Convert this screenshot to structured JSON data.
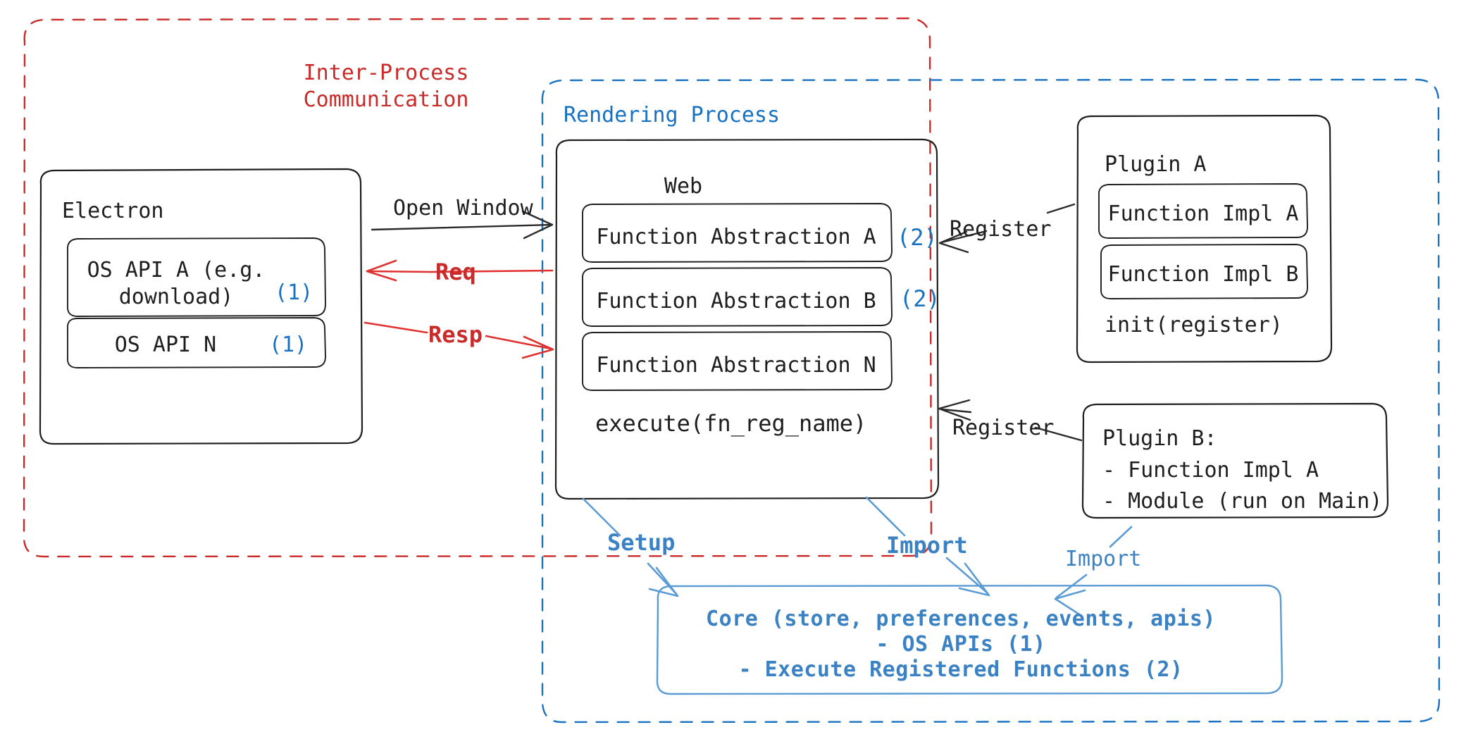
{
  "diagram": {
    "title": "Electron plugin architecture",
    "colors": {
      "ipc_red": "#c92a2a",
      "process_blue": "#1971c2",
      "arrow_blue": "#4a8fd0",
      "stroke_black": "#1e1e1e",
      "background": "#ffffff"
    }
  },
  "containers": {
    "ipc": {
      "label": "Inter-Process\nCommunication",
      "style": "dashed",
      "color": "#c92a2a"
    },
    "rendering": {
      "label": "Rendering Process",
      "style": "dashed",
      "color": "#1971c2"
    }
  },
  "electron": {
    "title": "Electron",
    "items": [
      {
        "label": "OS API A (e.g.\ndownload)",
        "marker": "(1)"
      },
      {
        "label": "OS API N",
        "marker": "(1)"
      }
    ]
  },
  "web": {
    "title": "Web",
    "items": [
      {
        "label": "Function Abstraction A",
        "marker": "(2)"
      },
      {
        "label": "Function Abstraction B",
        "marker": "(2)"
      },
      {
        "label": "Function Abstraction N",
        "marker": ""
      }
    ],
    "footer": "execute(fn_reg_name)"
  },
  "plugin_a": {
    "title": "Plugin A",
    "items": [
      {
        "label": "Function Impl A"
      },
      {
        "label": "Function Impl B"
      }
    ],
    "footer": "init(register)"
  },
  "plugin_b": {
    "lines": [
      "Plugin B:",
      "- Function Impl A",
      "- Module (run on Main)"
    ]
  },
  "core": {
    "lines": [
      "Core (store, preferences, events, apis)",
      "- OS APIs (1)",
      "- Execute Registered Functions (2)"
    ]
  },
  "edges": {
    "open_window": "Open Window",
    "req": "Req",
    "resp": "Resp",
    "register_a": "Register",
    "register_b": "Register",
    "setup": "Setup",
    "import_web": "Import",
    "import_plugin_b": "Import"
  }
}
